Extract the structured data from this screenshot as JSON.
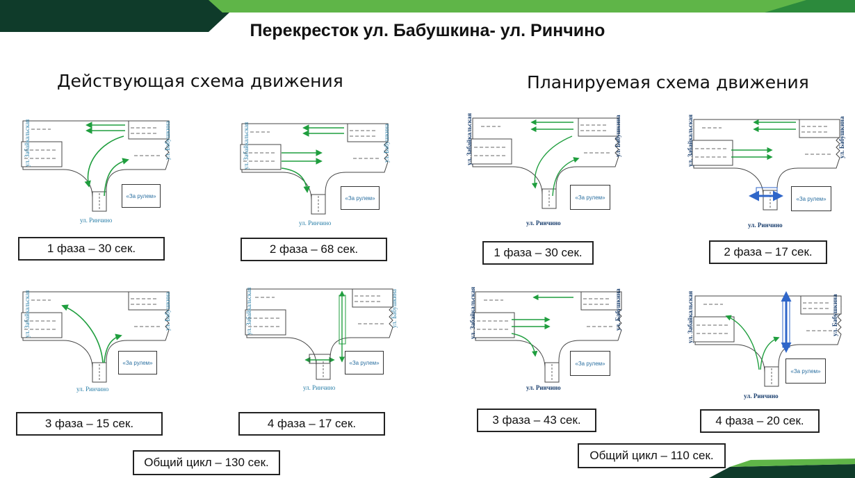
{
  "title": "Перекресток ул. Бабушкина- ул. Ринчино",
  "sections": {
    "current": {
      "heading": "Действующая схема движения",
      "cycle": "Общий цикл – 130 сек."
    },
    "planned": {
      "heading": "Планируемая схема движения",
      "cycle": "Общий цикл – 110 сек."
    }
  },
  "street_labels": {
    "west": "ул. Забайкальская",
    "east": "ул. Бабушкина",
    "south": "ул. Ринчино"
  },
  "sign_label": "«За рулем»",
  "phases": [
    {
      "id": "cur-1",
      "label": "1 фаза – 30 сек."
    },
    {
      "id": "cur-2",
      "label": "2 фаза – 68 сек."
    },
    {
      "id": "cur-3",
      "label": "3 фаза – 15 сек."
    },
    {
      "id": "cur-4",
      "label": "4 фаза – 17 сек."
    },
    {
      "id": "plan-1",
      "label": "1 фаза – 30 сек."
    },
    {
      "id": "plan-2",
      "label": "2 фаза – 17 сек."
    },
    {
      "id": "plan-3",
      "label": "3 фаза – 43 сек."
    },
    {
      "id": "plan-4",
      "label": "4 фаза – 20 сек."
    }
  ],
  "colors": {
    "arrow": "#1f9e3e",
    "pedestrian_blue": "#2f66c9",
    "banner_dark": "#0f3b2a",
    "banner_green": "#5fb548",
    "label_blue": "#2a7fa8"
  }
}
